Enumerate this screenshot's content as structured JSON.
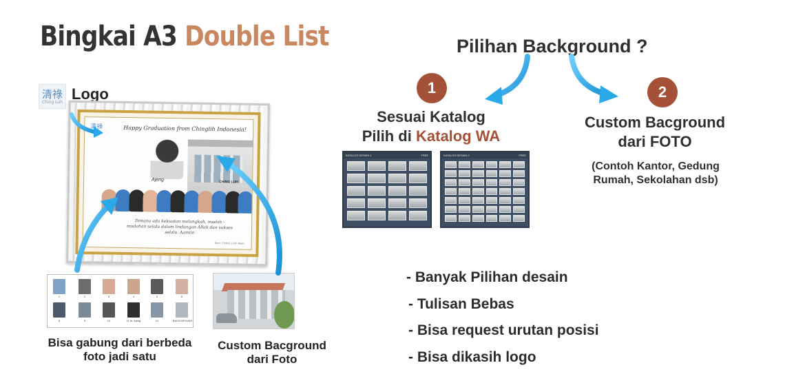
{
  "title": {
    "part1": "Bingkai A3",
    "part2": "Double List"
  },
  "logo": {
    "glyph": "清祿",
    "tiny": "Ching Luh",
    "label": "Logo"
  },
  "frame_art": {
    "logo": "清祿",
    "script": "Happy Graduation from Chinglih Indonesia!",
    "name": "Ajeng",
    "brand": "CHING LUH",
    "message": "Dimana ada kekuatan melangkah, mudah - mudahan selalu dalam lindungan Allah dan sukses selalu. Aamiin",
    "from": "from: CHING LUH Team"
  },
  "collage": {
    "labels": [
      "1",
      "2",
      "3",
      "4",
      "5",
      "6",
      "8",
      "9",
      "10",
      "11 dr. Ajeng",
      "12",
      "BACKGROUND"
    ]
  },
  "captions": {
    "collage": "Bisa gabung dari berbeda foto jadi satu",
    "building": "Custom Bacground dari Foto"
  },
  "question": "Pilihan Background ?",
  "options": [
    {
      "number": "1",
      "line1": "Sesuai Katalog",
      "line2_prefix": "Pilih di",
      "line2_accent": "Katalog WA"
    },
    {
      "number": "2",
      "line1": "Custom Bacground",
      "line2": "dari FOTO",
      "sub": "(Contoh Kantor, Gedung Rumah, Sekolahan dsb)"
    }
  ],
  "catalogs": [
    {
      "header": "KATALOG DESAIN 1",
      "tag": "FREE"
    },
    {
      "header": "KATALOG DESAIN 2",
      "tag": "FREE"
    }
  ],
  "features": [
    "- Banyak Pilihan desain",
    "- Tulisan Bebas",
    "- Bisa request urutan posisi",
    "- Bisa dikasih logo"
  ],
  "colors": {
    "accent": "#c8875f",
    "badge": "#a55138",
    "arrow": "#29a9e8",
    "gold": "#c9a243"
  }
}
